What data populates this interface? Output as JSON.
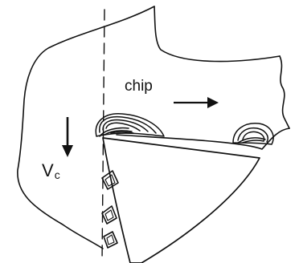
{
  "labels": {
    "chip": "chip",
    "velocity_main": "V",
    "velocity_subscript": "c"
  },
  "icons": {
    "chip_direction": "arrow-right-icon",
    "cutting_direction": "arrow-down-icon"
  },
  "colors": {
    "line": "#111111",
    "background": "#ffffff"
  }
}
